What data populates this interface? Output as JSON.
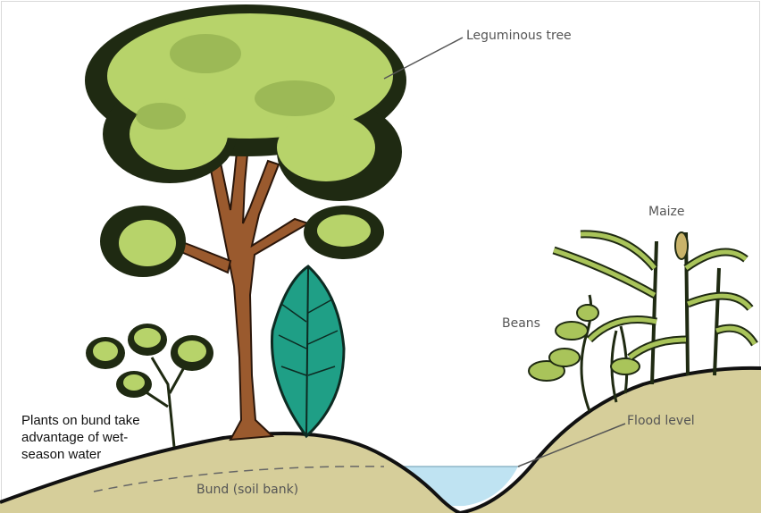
{
  "labels": {
    "tree": "Leguminous tree",
    "maize": "Maize",
    "beans": "Beans",
    "flood_level": "Flood level",
    "bund": "Bund (soil bank)",
    "plants_on_bund": "Plants on bund take advantage of wet-season water"
  },
  "colors": {
    "soil": "#d6ce9a",
    "water": "#bfe3f2",
    "foliage_light": "#b7d36a",
    "foliage_dark": "#1f2a12",
    "trunk": "#9a5a2e",
    "tobacco_leaf": "#1f9f86",
    "maize_leaf": "#a9c45a"
  }
}
